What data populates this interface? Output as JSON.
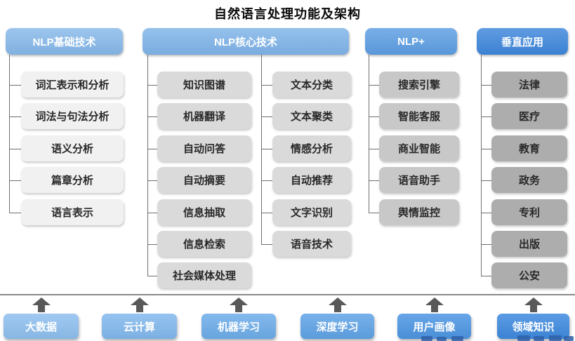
{
  "title": "自然语言处理功能及架构",
  "columns": [
    {
      "header": "NLP基础技术",
      "groups": [
        [
          "词汇表示和分析",
          "词法与句法分析",
          "语义分析",
          "篇章分析",
          "语言表示"
        ]
      ]
    },
    {
      "header": "NLP核心技术",
      "groups": [
        [
          "知识图谱",
          "机器翻译",
          "自动问答",
          "自动摘要",
          "信息抽取",
          "信息检索",
          "社会媒体处理"
        ],
        [
          "文本分类",
          "文本聚类",
          "情感分析",
          "自动推荐",
          "文字识别",
          "语音技术"
        ]
      ]
    },
    {
      "header": "NLP+",
      "groups": [
        [
          "搜索引擎",
          "智能客服",
          "商业智能",
          "语音助手",
          "舆情监控"
        ]
      ]
    },
    {
      "header": "垂直应用",
      "groups": [
        [
          "法律",
          "医疗",
          "教育",
          "政务",
          "专利",
          "出版",
          "公安"
        ]
      ]
    }
  ],
  "foundation": [
    "大数据",
    "云计算",
    "机器学习",
    "深度学习",
    "用户画像",
    "领域知识"
  ],
  "colors": {
    "header_blues": [
      "#86B8E9",
      "#7EB3E8",
      "#5C9DE2",
      "#3D86DB"
    ],
    "item_grays": [
      "#F1F1F1",
      "#DADADA",
      "#C8C8C8",
      "#ADADAD"
    ],
    "foundation_blues": [
      "#8FC0EF",
      "#83B9EE",
      "#6EADEA",
      "#60A4E7",
      "#4D96E3",
      "#3F8ADF"
    ],
    "connector": "#6F6F6F",
    "arrow": "#595959",
    "baseline": "#8A8A8A",
    "watermark": "#2E5FA8"
  }
}
